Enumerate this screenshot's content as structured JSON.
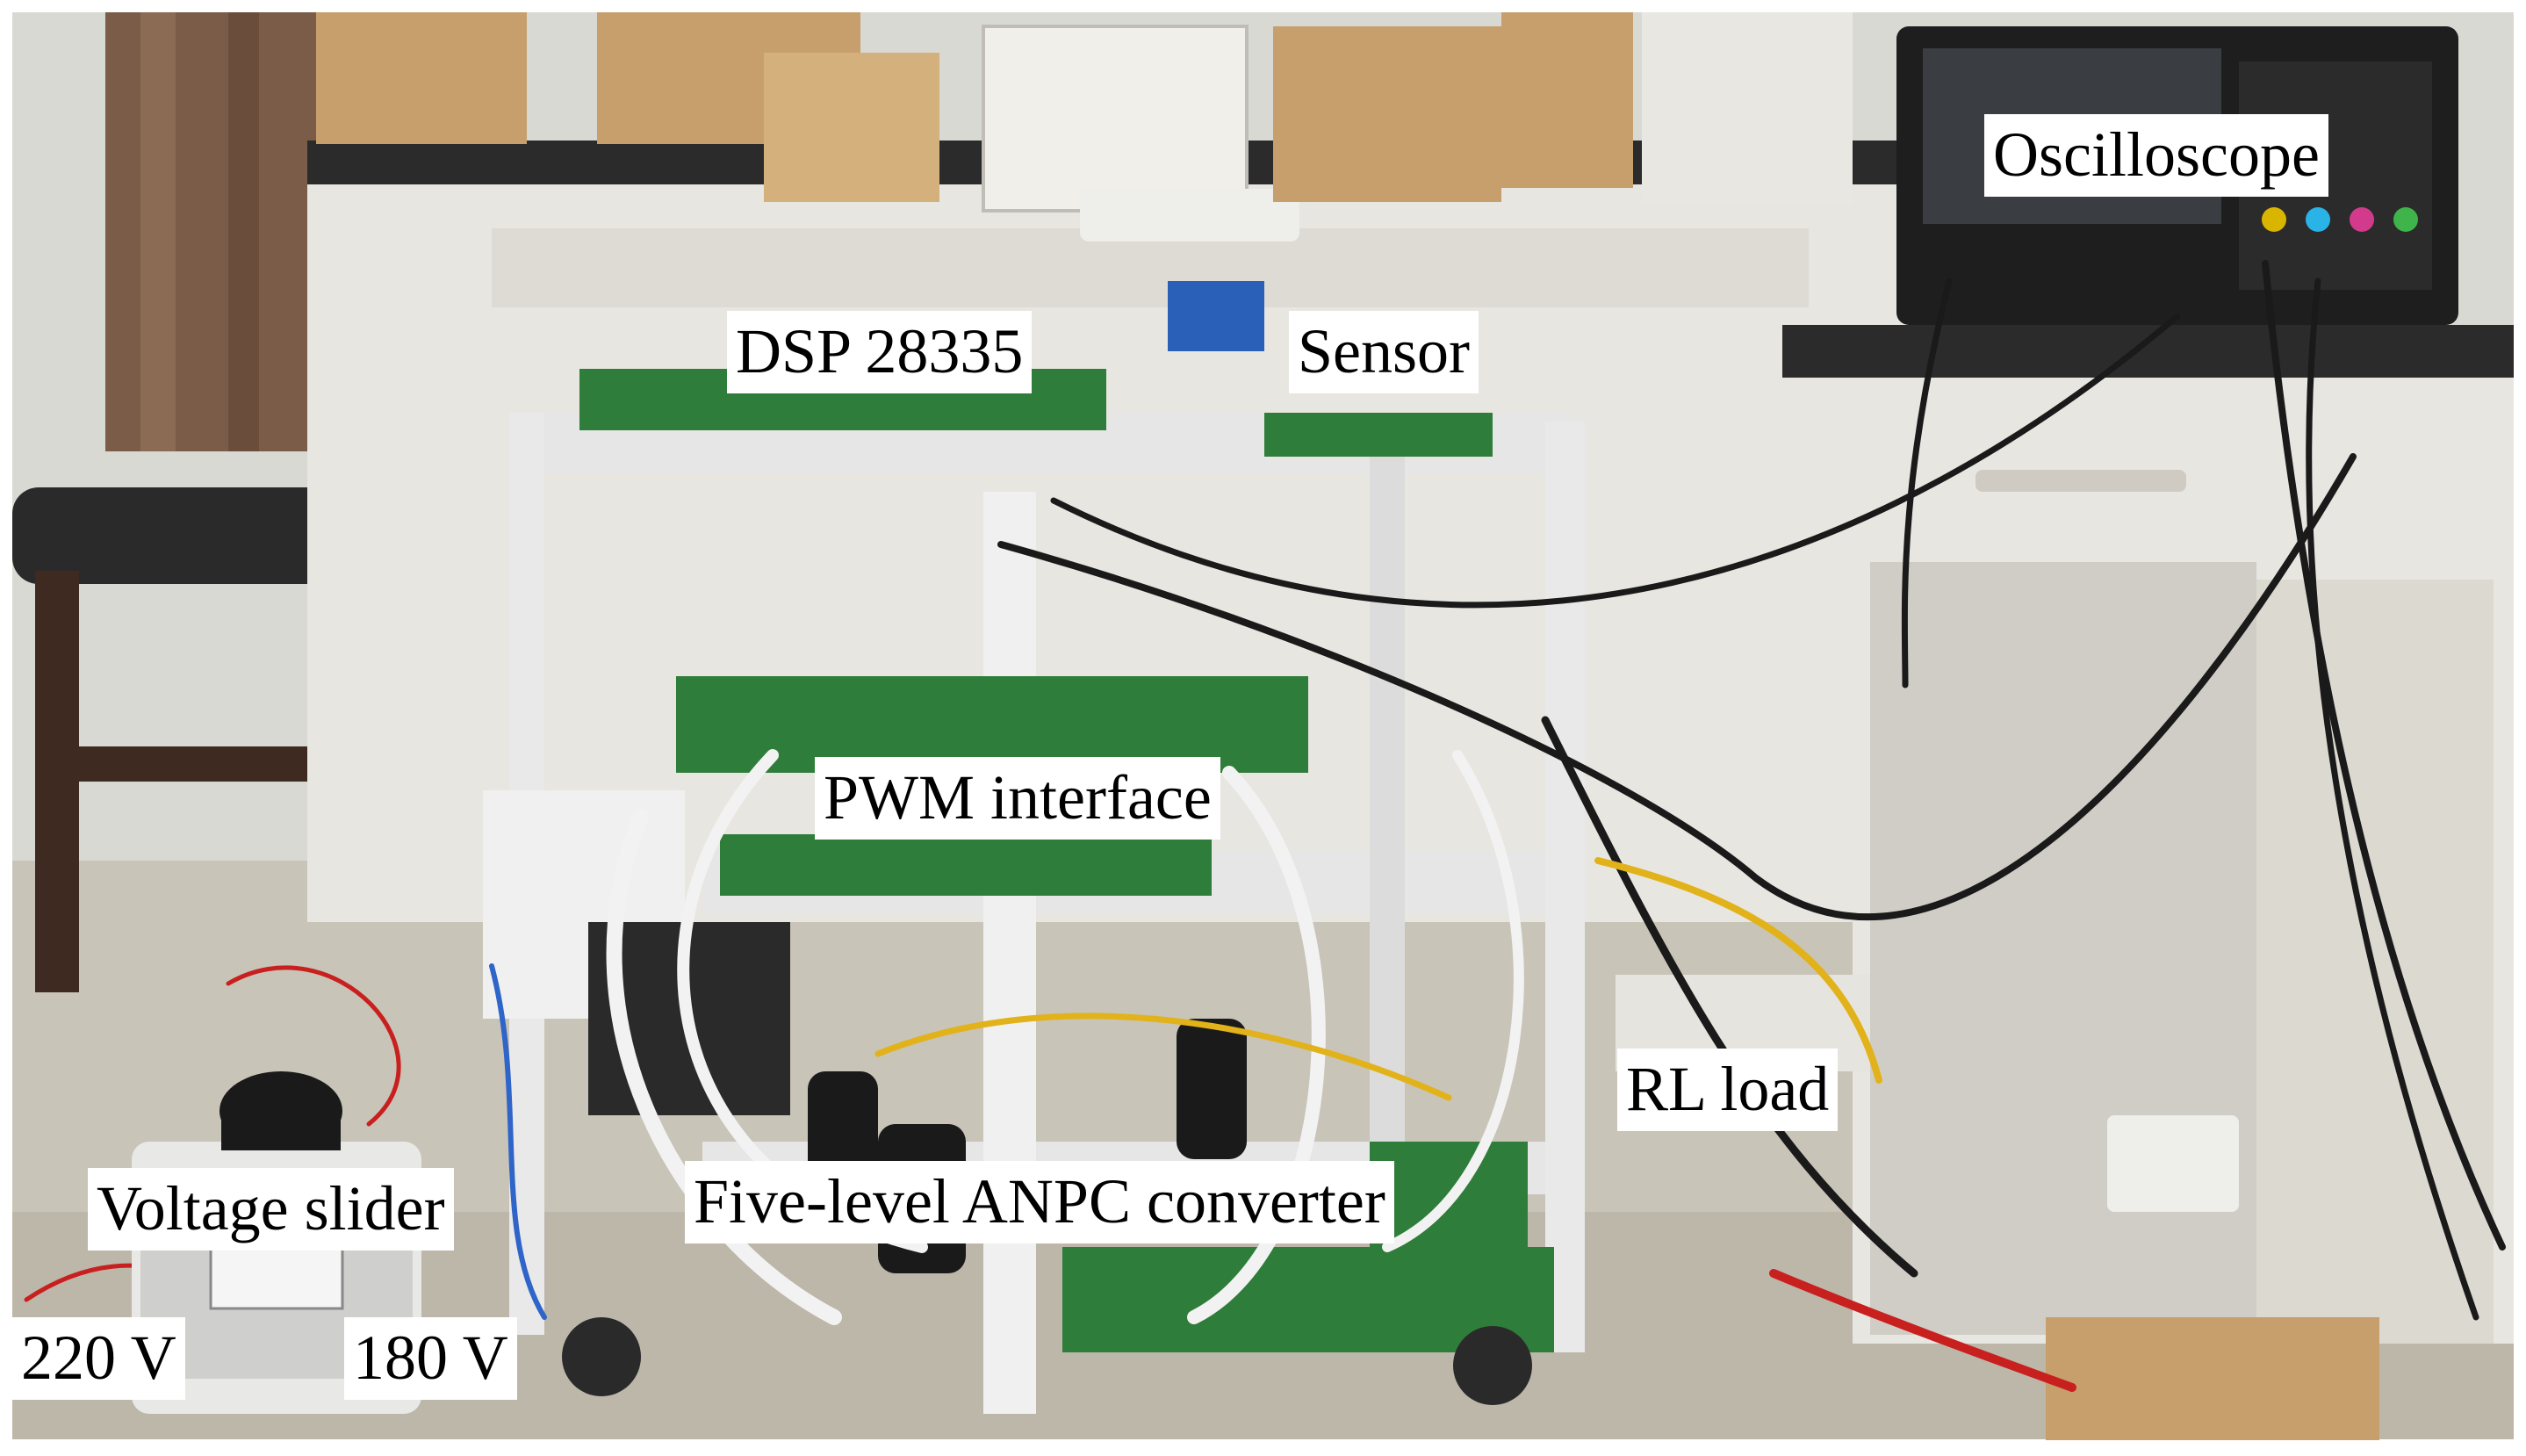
{
  "labels": {
    "dsp": "DSP 28335",
    "sensor": "Sensor",
    "oscilloscope": "Oscilloscope",
    "pwm": "PWM interface",
    "rl_load": "RL load",
    "converter": "Five-level ANPC converter",
    "voltage_slider": "Voltage slider",
    "v_in": "220 V",
    "v_out": "180 V"
  },
  "palette": {
    "border": "#ffffff",
    "floor": "#c9c4b8",
    "wall": "#d9d9d4",
    "desk_top": "#2b2b2b",
    "cabinet": "#e8e6e1",
    "frame": "#e6e6e6",
    "pcb": "#2f7d3a",
    "wire_white": "#f2f2f2",
    "wire_black": "#1a1a1a",
    "wire_yellow": "#e2b21a",
    "wire_red": "#c8201e",
    "wire_blue": "#2f64c8",
    "cardboard": "#c79f6d",
    "curtain": "#7a5c48",
    "chair": "#3e2a20"
  }
}
